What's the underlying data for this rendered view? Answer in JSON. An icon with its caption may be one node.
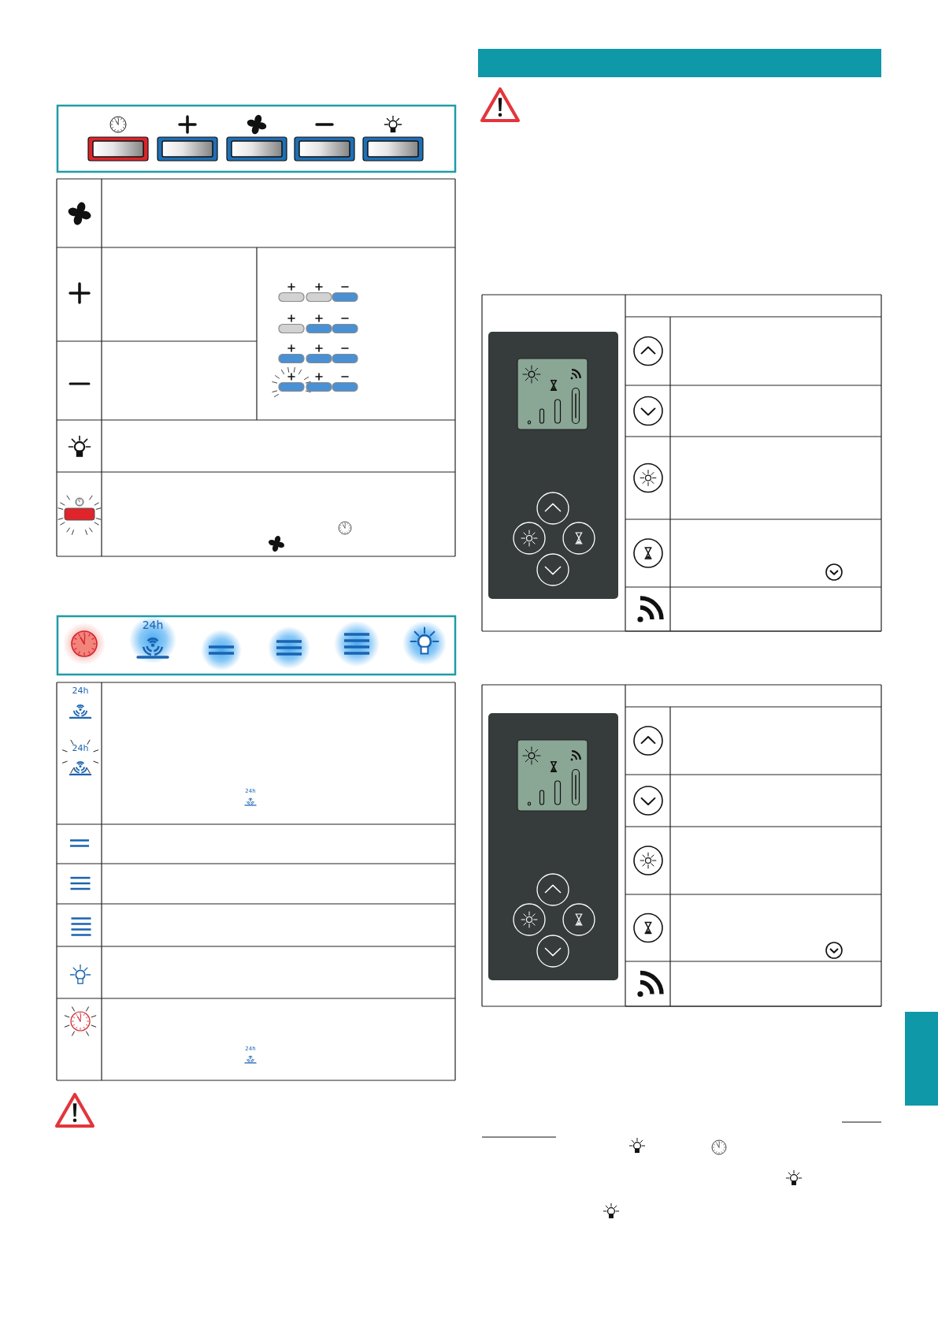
{
  "diagram": {
    "labels": [
      "24h",
      "24h",
      "24h",
      "24h",
      "24h"
    ]
  }
}
